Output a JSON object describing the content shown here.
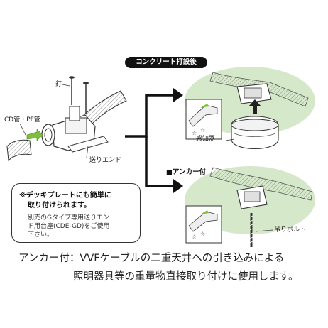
{
  "labels": {
    "nail": "釘",
    "cd_pf": "CD管・PF管",
    "end_box": "送りエンド",
    "after_concrete": "コンクリート打設後",
    "sensor": "感知器",
    "anchor_heading": "■アンカー付",
    "bolt": "吊りボルト"
  },
  "note": {
    "line1": "※デッキプレートにも簡単に",
    "line2": "取り付けられます。",
    "line3": "別売のGタイプ専用送りエン",
    "line4": "ド用台座(CDE-GD)をご使用",
    "line5": "下さい。"
  },
  "description": {
    "line1": "アンカー付：VVFケーブルの二重天井への引き込みによる",
    "line2": "照明器具等の重量物直接取り付けに使用します。"
  },
  "colors": {
    "ceiling_green": "#d5e8c9",
    "arrow_green": "#7fbf3a",
    "line": "#222222",
    "hatch": "#9a9a9a"
  }
}
